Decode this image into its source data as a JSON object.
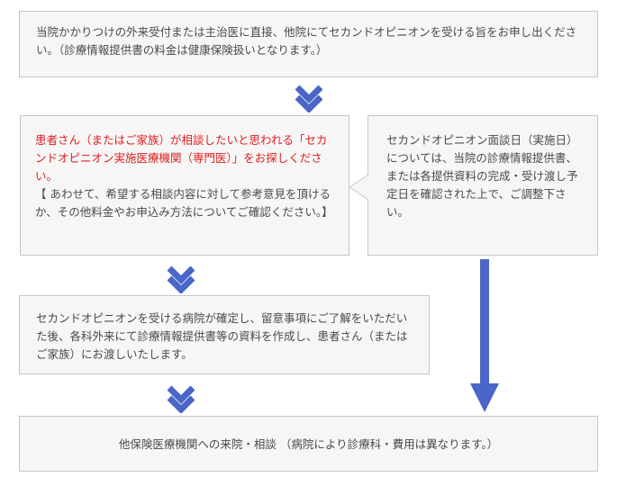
{
  "steps": {
    "step1": "当院かかりつけの外来受付または主治医に直接、他院にてセカンドオピニオンを受ける旨をお申し出ください。（診療情報提供書の料金は健康保険扱いとなります。）",
    "step2_highlight": "患者さん（またはご家族）が相談したいと思われる「セカンドオピニオン実施医療機関（専門医）」をお探しください。",
    "step2_note": "【 あわせて、希望する相談内容に対して参考意見を頂けるか、その他料金やお申込み方法についてご確認ください。】",
    "side_note": "セカンドオピニオン面談日（実施日）については、当院の診療情報提供書、または各提供資料の完成・受け渡し予定日を確認された上で、ご調整下さい。",
    "step3": "セカンドオピニオンを受ける病院が確定し、留意事項にご了解をいただいた後、各科外来にて診療情報提供書等の資料を作成し、患者さん（またはご家族）にお渡しいたします。",
    "step4": "他保険医療機関への来院・相談 （病院により診療科・費用は異なります。）"
  },
  "colors": {
    "arrow": "#4a66c8",
    "highlight_text": "#e02020",
    "box_fill": "#f6f6f6",
    "box_border": "#c6c6c6"
  }
}
